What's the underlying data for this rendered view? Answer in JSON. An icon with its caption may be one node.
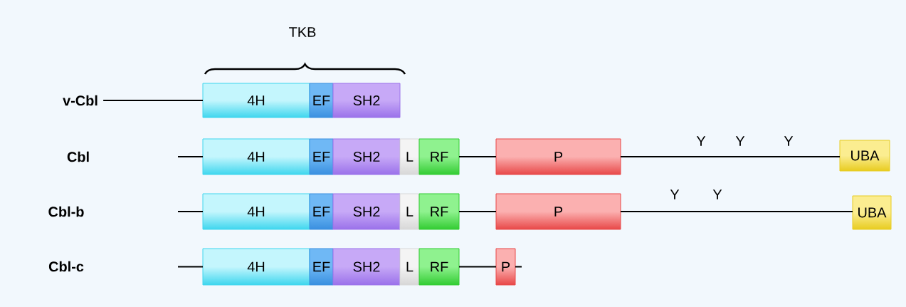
{
  "diagram": {
    "nodes": [
      {
        "text": [
          "v-Cbl"
        ]
      },
      {
        "text": [
          "4H"
        ]
      },
      {
        "text": [
          "EF"
        ]
      },
      {
        "text": [
          "SH2"
        ]
      },
      {
        "text": [
          "Cbl"
        ]
      },
      {
        "text": [
          "4H"
        ]
      },
      {
        "text": [
          "EF"
        ]
      },
      {
        "text": [
          "SH2"
        ]
      },
      {
        "text": [
          "L"
        ]
      },
      {
        "text": [
          "RF"
        ]
      },
      {
        "text": [
          "P"
        ]
      },
      {
        "text": [
          "UBA"
        ]
      },
      {
        "text": [
          "Cbl-b"
        ]
      },
      {
        "text": [
          "4H"
        ]
      },
      {
        "text": [
          "EF"
        ]
      },
      {
        "text": [
          "SH2"
        ]
      },
      {
        "text": [
          "L"
        ]
      },
      {
        "text": [
          "RF"
        ]
      },
      {
        "text": [
          "P"
        ]
      },
      {
        "text": [
          "UBA"
        ]
      },
      {
        "text": [
          "Cbl-c"
        ]
      },
      {
        "text": [
          "4H"
        ]
      },
      {
        "text": [
          "EF"
        ]
      },
      {
        "text": [
          "SH2"
        ]
      },
      {
        "text": [
          "L"
        ]
      },
      {
        "text": [
          "RF"
        ]
      },
      {
        "text": [
          "P"
        ]
      }
    ],
    "edges": [
      {
        "from": 0,
        "to": 1,
        "arrow": "none"
      },
      {
        "from": null,
        "to": 5,
        "arrow": "none"
      },
      {
        "from": 9,
        "to": 10,
        "arrow": "none"
      },
      {
        "from": 10,
        "to": 11,
        "arrow": "none"
      },
      {
        "from": null,
        "to": 13,
        "arrow": "none"
      },
      {
        "from": 17,
        "to": 18,
        "arrow": "none"
      },
      {
        "from": 18,
        "to": 19,
        "arrow": "none"
      },
      {
        "from": null,
        "to": 21,
        "arrow": "none"
      },
      {
        "from": 25,
        "to": 26,
        "arrow": "none"
      },
      {
        "from": 26,
        "to": null,
        "arrow": "none"
      }
    ],
    "labels": [
      "TKB",
      "Y",
      "Y",
      "Y",
      "Y",
      "Y"
    ]
  }
}
